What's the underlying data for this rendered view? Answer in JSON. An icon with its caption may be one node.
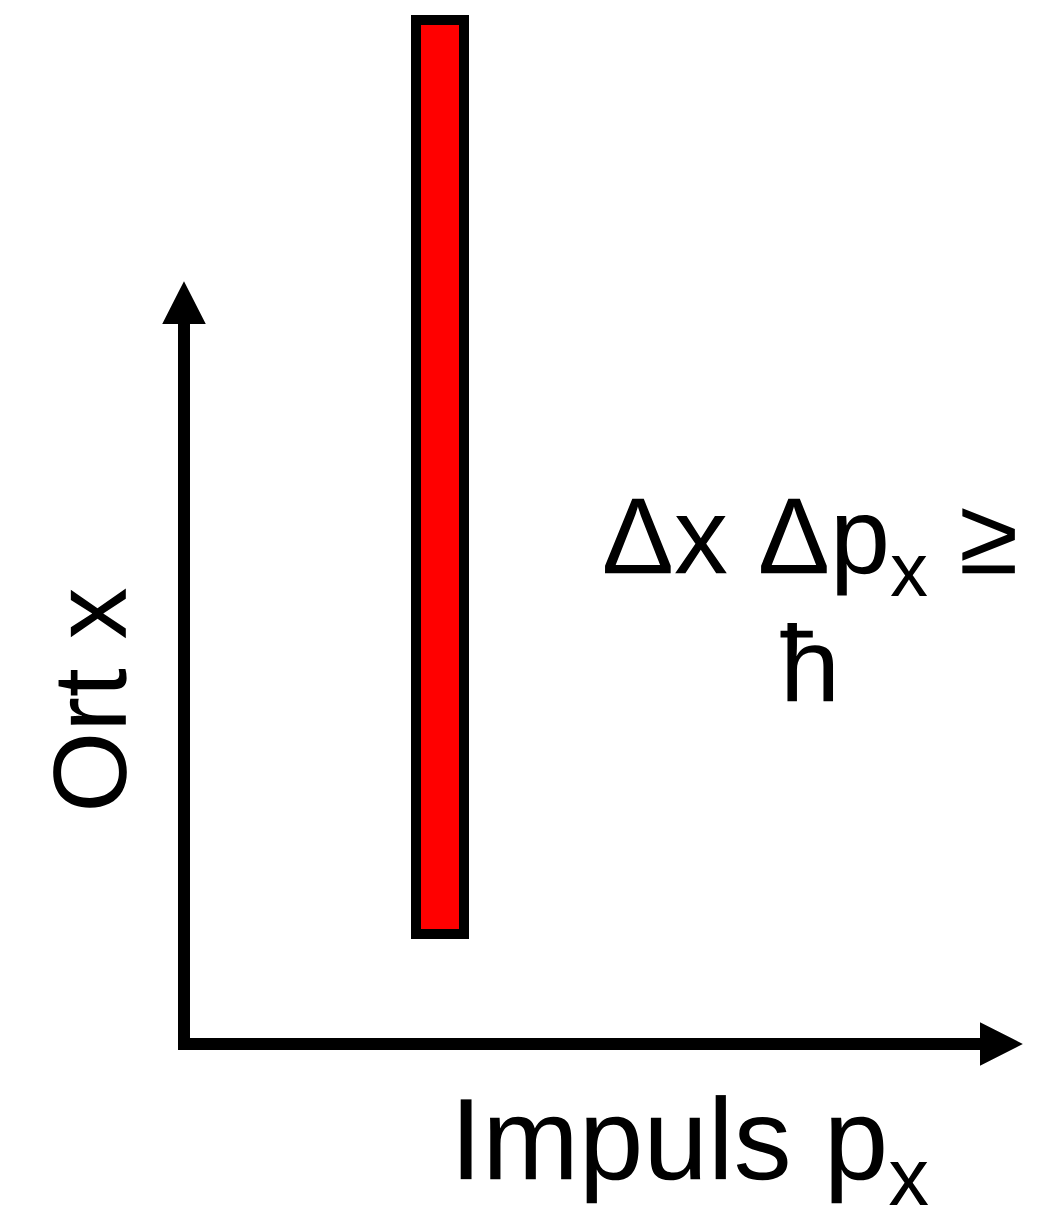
{
  "diagram": {
    "nodes": [
      {
        "text": [],
        "shape": "bar"
      }
    ],
    "labels": [
      "Ort x",
      "Impuls p$_{x}$",
      "Δx Δp$_{x}$ ≥ ħ"
    ]
  }
}
